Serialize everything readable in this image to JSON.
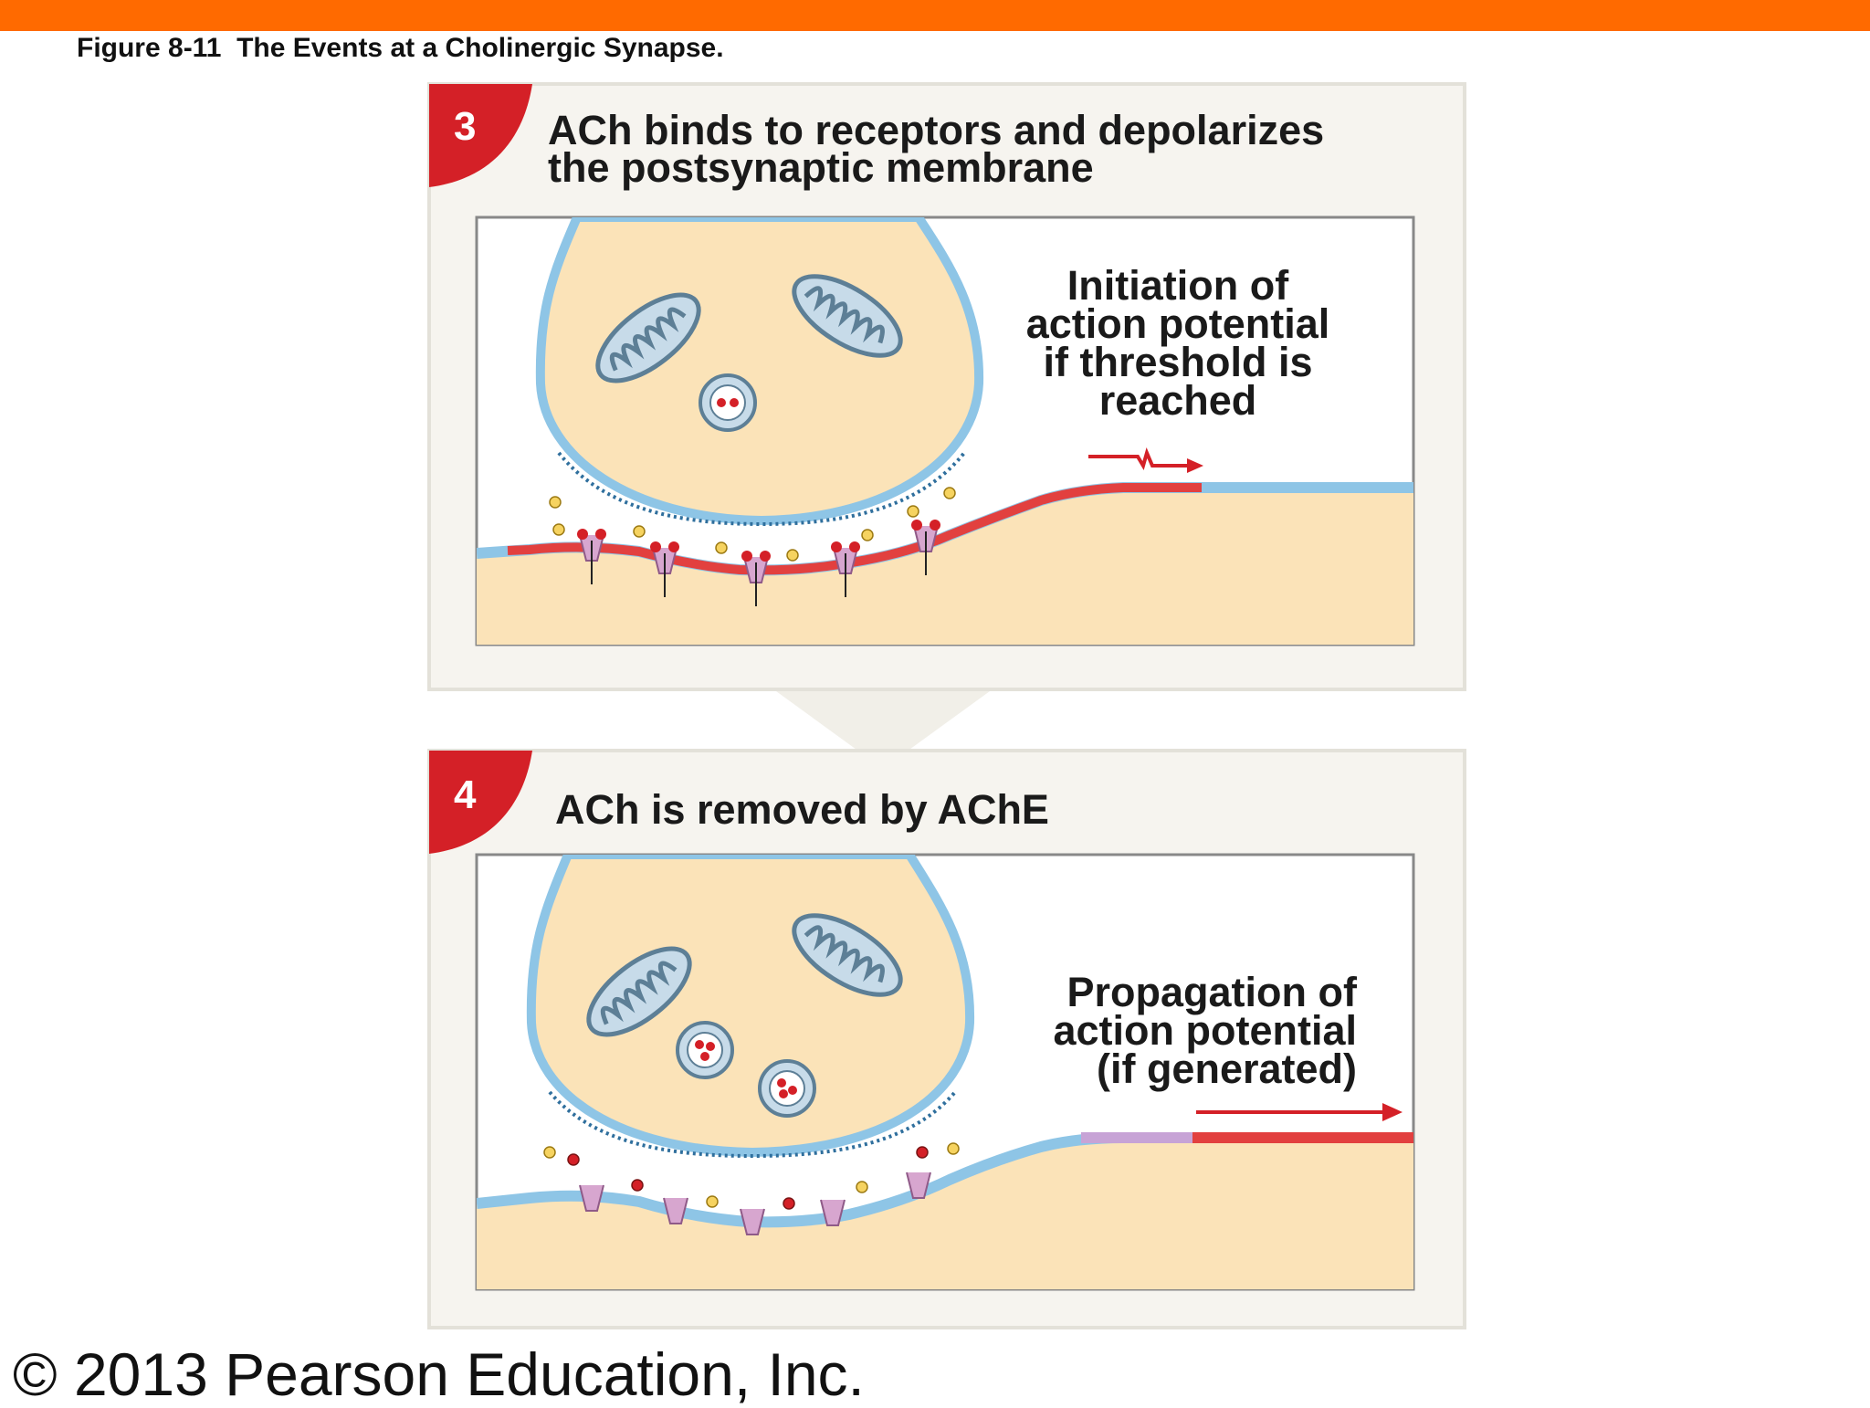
{
  "caption": "Figure 8-11  The Events at a Cholinergic Synapse.",
  "copyright": "© 2013 Pearson Education, Inc.",
  "steps": [
    {
      "number": "3",
      "title_line1": "ACh binds to receptors and depolarizes",
      "title_line2": "the postsynaptic membrane",
      "label": [
        "Initiation of",
        "action potential",
        "if threshold is",
        "reached"
      ]
    },
    {
      "number": "4",
      "title_line1": "ACh is removed by AChE",
      "label": [
        "Propagation of",
        "action potential",
        "(if generated)"
      ]
    }
  ],
  "colors": {
    "accent_bar": "#ff6a00",
    "badge_red": "#d42027",
    "cytoplasm": "#fbe3b8",
    "membrane_blue": "#8ec5e6",
    "depolarized_red": "#e2403f",
    "receptor_pink": "#d7a6cf",
    "ach_yellow": "#f6d360"
  }
}
